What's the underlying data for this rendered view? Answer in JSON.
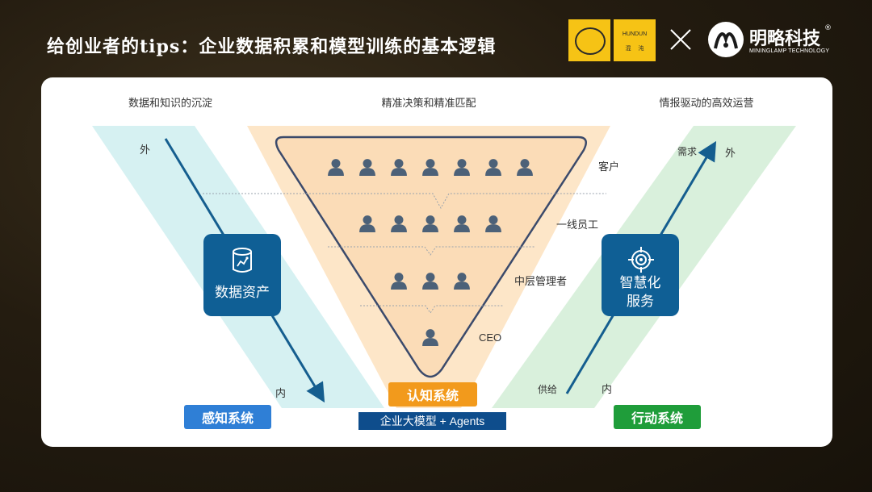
{
  "header": {
    "title": "给创业者的tips：企业数据积累和模型训练的基本逻辑",
    "logo_left_text": "HUNDUN",
    "logo_left_sub_left": "混",
    "logo_left_sub_right": "沌",
    "separator": "×",
    "logo_right_name": "明略科技",
    "logo_right_reg": "®",
    "logo_right_sub": "MININGLAMP TECHNOLOGY"
  },
  "diagram": {
    "top_labels": {
      "left": "数据和知识的沉淀",
      "center": "精准决策和精准匹配",
      "right": "情报驱动的高效运营"
    },
    "left_band": {
      "outer_label": "外",
      "inner_label": "内",
      "box_label": "数据资产"
    },
    "right_band": {
      "demand_label": "需求",
      "outer_label": "外",
      "supply_label": "供给",
      "inner_label": "内",
      "box_line1": "智慧化",
      "box_line2": "服务"
    },
    "pyramid_levels": [
      {
        "label": "客户",
        "count": 7
      },
      {
        "label": "一线员工",
        "count": 5
      },
      {
        "label": "中层管理者",
        "count": 3
      },
      {
        "label": "CEO",
        "count": 1
      }
    ],
    "systems": {
      "perceive": "感知系统",
      "cognize": "认知系统",
      "action": "行动系统",
      "model_bar": "企业大模型 + Agents"
    },
    "colors": {
      "left_band": "#d6f1f2",
      "right_band": "#d9f0dc",
      "center_band": "#fde6c8",
      "pyramid_fill": "#fbdcb7",
      "pyramid_stroke": "#3b4a6b",
      "person": "#4c6178",
      "arrow": "#155e8f",
      "perceive": "#2f7fd6",
      "cognize": "#f29a1c",
      "action": "#1f9d3a",
      "model_bar": "#0e4d8c",
      "box": "#0f5f95"
    }
  }
}
